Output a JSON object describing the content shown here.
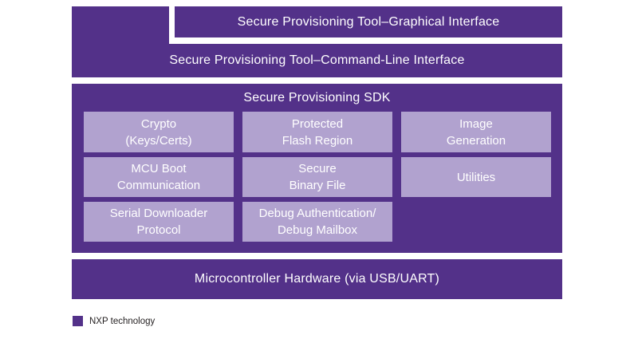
{
  "colors": {
    "dark_purple": "#533189",
    "light_purple": "#b1a2cf",
    "bar_text": "#ffffff",
    "legend_text": "#231f20",
    "background": "#ffffff"
  },
  "layers": {
    "gui_bar": "Secure Provisioning Tool–Graphical Interface",
    "cli_bar": "Secure Provisioning Tool–Command-Line Interface",
    "sdk": {
      "title": "Secure Provisioning SDK",
      "modules": [
        {
          "lines": [
            "Crypto",
            "(Keys/Certs)"
          ]
        },
        {
          "lines": [
            "Protected",
            "Flash Region"
          ]
        },
        {
          "lines": [
            "Image",
            "Generation"
          ]
        },
        {
          "lines": [
            "MCU Boot",
            "Communication"
          ]
        },
        {
          "lines": [
            "Secure",
            "Binary File"
          ]
        },
        {
          "lines": [
            "Utilities"
          ]
        },
        {
          "lines": [
            "Serial Downloader",
            "Protocol"
          ]
        },
        {
          "lines": [
            "Debug Authentication/",
            "Debug Mailbox"
          ]
        }
      ]
    },
    "hardware_bar": "Microcontroller Hardware (via USB/UART)",
    "legend": {
      "label": "NXP technology"
    }
  }
}
